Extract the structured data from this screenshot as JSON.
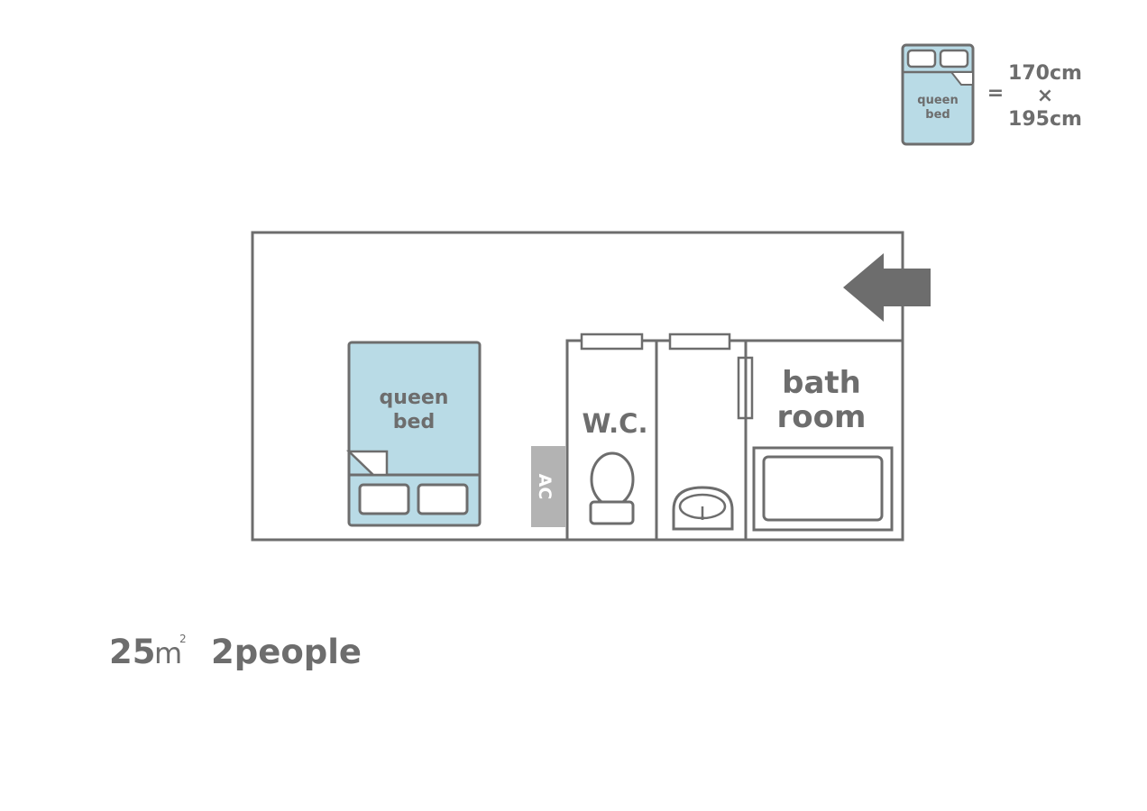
{
  "legend": {
    "bed_label_line1": "queen",
    "bed_label_line2": "bed",
    "equals": "=",
    "width": "170cm",
    "times": "×",
    "length": "195cm"
  },
  "plan": {
    "bed_label_line1": "queen",
    "bed_label_line2": "bed",
    "ac_label": "AC",
    "wc_label": "W.C.",
    "bath_label_line1": "bath",
    "bath_label_line2": "room",
    "entrance_arrow_icon": "arrow-left-icon"
  },
  "summary": {
    "area_value": "25",
    "area_unit": "m",
    "area_superscript": "2",
    "capacity": "2people"
  },
  "colors": {
    "wall": "#6d6d6d",
    "bed_fill": "#b9dbe6",
    "ac_fill": "#b3b3b3",
    "arrow_fill": "#6d6d6d",
    "text": "#6d6d6d"
  }
}
